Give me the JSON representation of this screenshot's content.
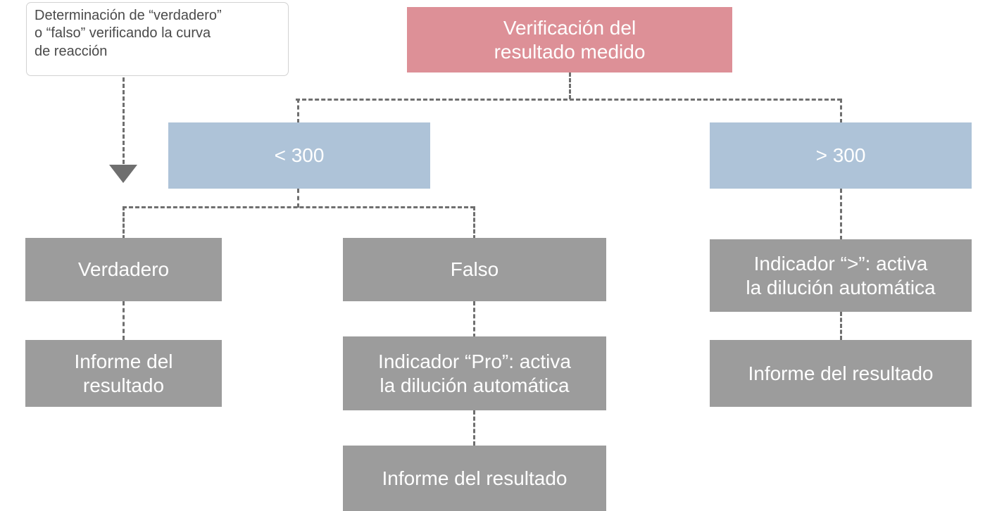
{
  "diagram": {
    "title_note": {
      "text": "Determinación de “verdadero”\no “falso” verificando la curva\nde reacción"
    },
    "root": {
      "label": "Verificación del\nresultado medido",
      "color": "#dd9097"
    },
    "branches": [
      {
        "label": "< 300",
        "color": "#aec3d8",
        "children": [
          {
            "label": "Verdadero",
            "color": "#9c9c9c",
            "children": [
              {
                "label": "Informe del\nresultado",
                "color": "#9c9c9c"
              }
            ]
          },
          {
            "label": "Falso",
            "color": "#9c9c9c",
            "children": [
              {
                "label": "Indicador “Pro”: activa\nla dilución automática",
                "color": "#9c9c9c",
                "children": [
                  {
                    "label": "Informe del resultado",
                    "color": "#9c9c9c"
                  }
                ]
              }
            ]
          }
        ]
      },
      {
        "label": "> 300",
        "color": "#aec3d8",
        "children": [
          {
            "label": "Indicador “>”: activa\nla dilución automática",
            "color": "#9c9c9c",
            "children": [
              {
                "label": "Informe del resultado",
                "color": "#9c9c9c"
              }
            ]
          }
        ]
      }
    ],
    "colors": {
      "connector": "#6f6f6f",
      "note_border": "#d2d2d2",
      "note_text": "#4a4a4a",
      "node_text": "#ffffff",
      "background": "#ffffff"
    }
  }
}
